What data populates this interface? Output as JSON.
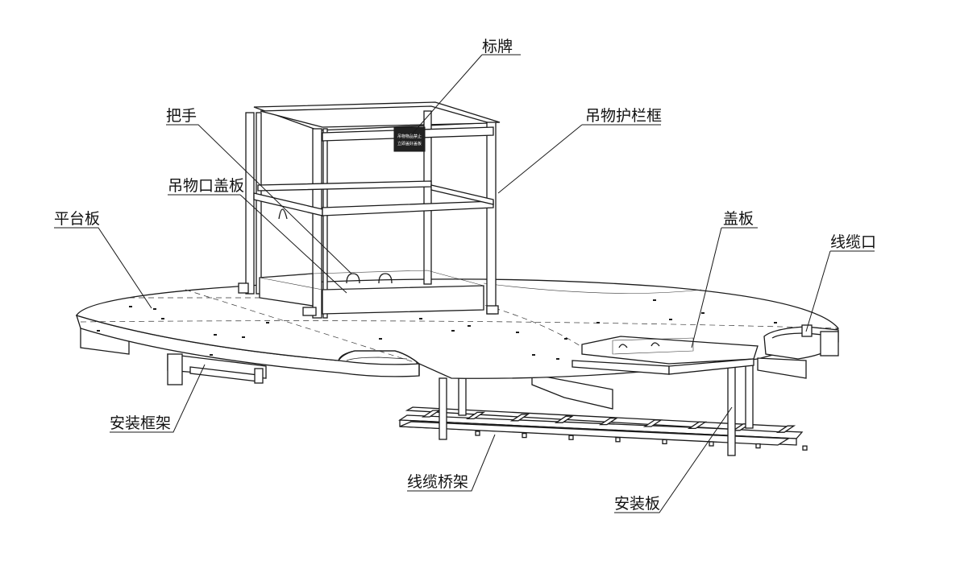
{
  "labels": {
    "sign": "标牌",
    "handle": "把手",
    "guardrail_frame": "吊物护栏框",
    "hatch_cover": "吊物口盖板",
    "platform_plate": "平台板",
    "cover_plate": "盖板",
    "cable_opening": "线缆口",
    "mounting_frame": "安装框架",
    "cable_tray": "线缆桥架",
    "mounting_plate": "安装板"
  },
  "sign_text": {
    "line1": "吊物物品禁止",
    "line2": "立即盖好盖板"
  },
  "colors": {
    "line": "#1a1a1a",
    "background": "#ffffff",
    "sign": "#222222"
  }
}
